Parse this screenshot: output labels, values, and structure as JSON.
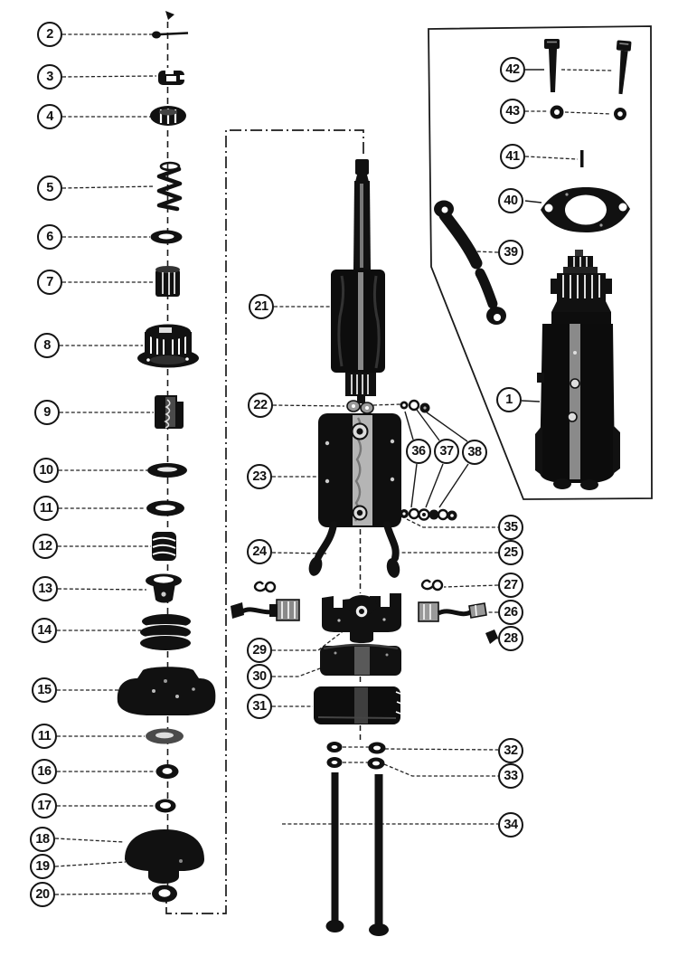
{
  "figure": {
    "type": "exploded-parts-diagram",
    "ink_color": "#141414",
    "paper_color": "#ffffff"
  },
  "callouts": {
    "n1": "1",
    "n2": "2",
    "n3": "3",
    "n4": "4",
    "n5": "5",
    "n6": "6",
    "n7": "7",
    "n8": "8",
    "n9": "9",
    "n10": "10",
    "n11": "11",
    "n12": "12",
    "n13": "13",
    "n14": "14",
    "n15": "15",
    "n16": "16",
    "n17": "17",
    "n18": "18",
    "n19": "19",
    "n20": "20",
    "n21": "21",
    "n22": "22",
    "n23": "23",
    "n24": "24",
    "n25": "25",
    "n26": "26",
    "n27": "27",
    "n28": "28",
    "n29": "29",
    "n30": "30",
    "n31": "31",
    "n32": "32",
    "n33": "33",
    "n34": "34",
    "n35": "35",
    "n36": "36",
    "n37": "37",
    "n38": "38",
    "n39": "39",
    "n40": "40",
    "n41": "41",
    "n42": "42",
    "n43": "43"
  }
}
